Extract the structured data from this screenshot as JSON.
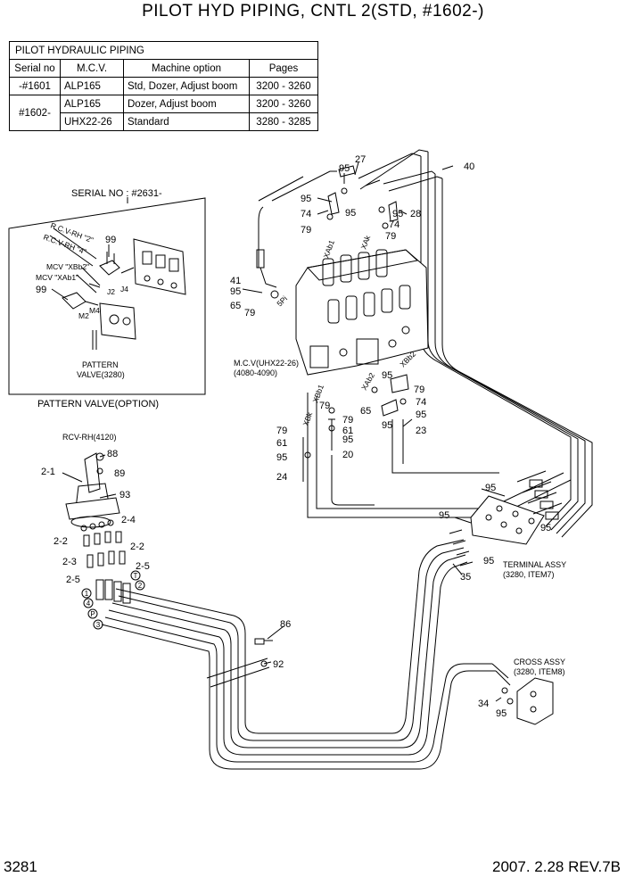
{
  "title": "PILOT HYD PIPING, CNTL 2(STD,  #1602-)",
  "table": {
    "caption": "PILOT HYDRAULIC PIPING",
    "headers": [
      "Serial no",
      "M.C.V.",
      "Machine option",
      "Pages"
    ],
    "rows": [
      {
        "serial": "-#1601",
        "mcv": "ALP165",
        "option": "Std, Dozer, Adjust boom",
        "pages": "3200 - 3260"
      },
      {
        "serial": "#1602-",
        "mcv": "ALP165",
        "option": "Dozer, Adjust boom",
        "pages": "3200 - 3260"
      },
      {
        "mcv": "UHX22-26",
        "option": "Standard",
        "pages": "3280 - 3285"
      }
    ]
  },
  "inset": {
    "serial": "SERIAL NO : #2631-",
    "caption": "PATTERN VALVE(OPTION)",
    "pattern_valve": [
      "PATTERN",
      "VALVE(3280)"
    ],
    "rcv_rh2": "R.C.V-RH  \"2\"",
    "rcv_rh4": "R.C.V-RH  \"4\"",
    "mcv_xbb2": "MCV \"XBb2\"",
    "mcv_xab1": "MCV \"XAb1\"",
    "ports": [
      "J2",
      "J4",
      "M4",
      "M2"
    ],
    "n99a": "99",
    "n99b": "99"
  },
  "labels": {
    "mcv": "M.C.V(UHX22-26)",
    "mcv_pages": "(4080-4090)",
    "rcv": "RCV-RH(4120)",
    "terminal": "TERMINAL ASSY",
    "terminal_pages": "(3280, ITEM7)",
    "cross": "CROSS ASSY",
    "cross_pages": "(3280, ITEM8)",
    "ports": [
      "XAb1",
      "XAk",
      "XAb2",
      "XBb2",
      "XBb1",
      "XBk",
      "5Pi"
    ],
    "circled": [
      "1",
      "4",
      "P",
      "3",
      "T",
      "2"
    ]
  },
  "callouts": [
    "27",
    "95",
    "40",
    "95",
    "74",
    "95",
    "95",
    "28",
    "79",
    "74",
    "79",
    "41",
    "95",
    "65",
    "79",
    "95",
    "79",
    "74",
    "65",
    "95",
    "79",
    "95",
    "23",
    "79",
    "61",
    "79",
    "61",
    "95",
    "95",
    "20",
    "24",
    "88",
    "89",
    "2-1",
    "93",
    "2-4",
    "2-2",
    "2-2",
    "2-3",
    "2-5",
    "2-5",
    "95",
    "95",
    "95",
    "95",
    "35",
    "86",
    "92",
    "34",
    "95"
  ],
  "footer": {
    "page": "3281",
    "date_rev": "2007. 2.28  REV.7B"
  }
}
